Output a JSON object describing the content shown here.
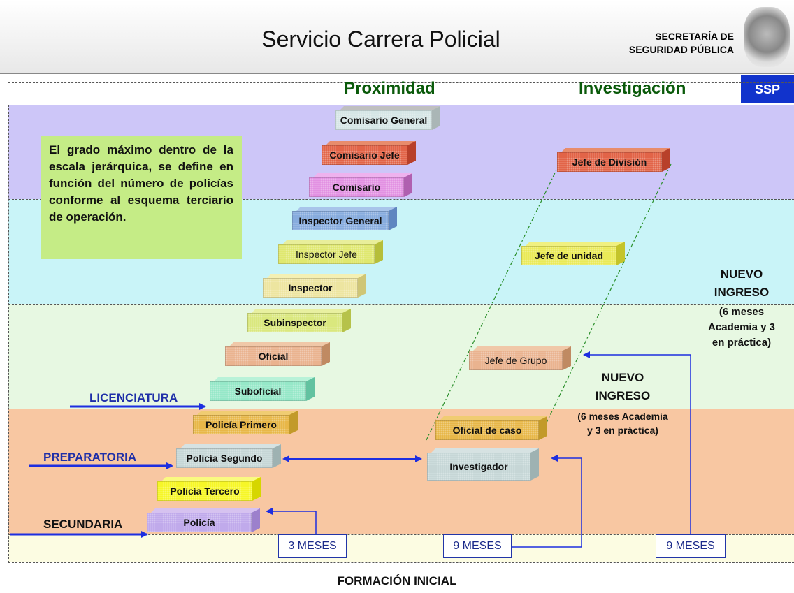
{
  "header": {
    "title": "Servicio Carrera Policial",
    "secretaria_line1": "SECRETARÍA DE",
    "secretaria_line2": "SEGURIDAD PÚBLICA",
    "badge": "SSP"
  },
  "columns": {
    "left": "Proximidad",
    "right": "Investigación"
  },
  "note": "El grado máximo dentro de la escala jerárquica, se define en función del número de policías conforme al esquema terciario de operación.",
  "proximidad_ranks": [
    "Comisario General",
    "Comisario Jefe",
    "Comisario",
    "Inspector General",
    "Inspector Jefe",
    "Inspector",
    "Subinspector",
    "Oficial",
    "Suboficial",
    "Policía Primero",
    "Policía Segundo",
    "Policía Tercero",
    "Policía"
  ],
  "investigacion_ranks": [
    "Jefe de División",
    "Jefe de unidad",
    "Jefe de Grupo",
    "Oficial de caso",
    "Investigador"
  ],
  "education": {
    "licenciatura": "LICENCIATURA",
    "preparatoria": "PREPARATORIA",
    "secundaria": "SECUNDARIA"
  },
  "nuevo_ingreso_1": {
    "line1": "NUEVO",
    "line2": "INGRESO",
    "detail": "(6 meses Academia y 3 en práctica)"
  },
  "nuevo_ingreso_2": {
    "line1": "NUEVO",
    "line2": "INGRESO",
    "detail": "(6 meses Academia y 3 en práctica)"
  },
  "training": {
    "m1": "3 MESES",
    "m2": "9 MESES",
    "m3": "9 MESES",
    "footer": "FORMACIÓN INICIAL"
  },
  "colors": {
    "band_purple": "#cdc6f8",
    "band_cyan": "#c9f4f8",
    "band_green": "#e7f8e2",
    "band_orange": "#f8c7a2",
    "band_yellow": "#fcfce2",
    "arrow_blue": "#1d2ee0"
  }
}
